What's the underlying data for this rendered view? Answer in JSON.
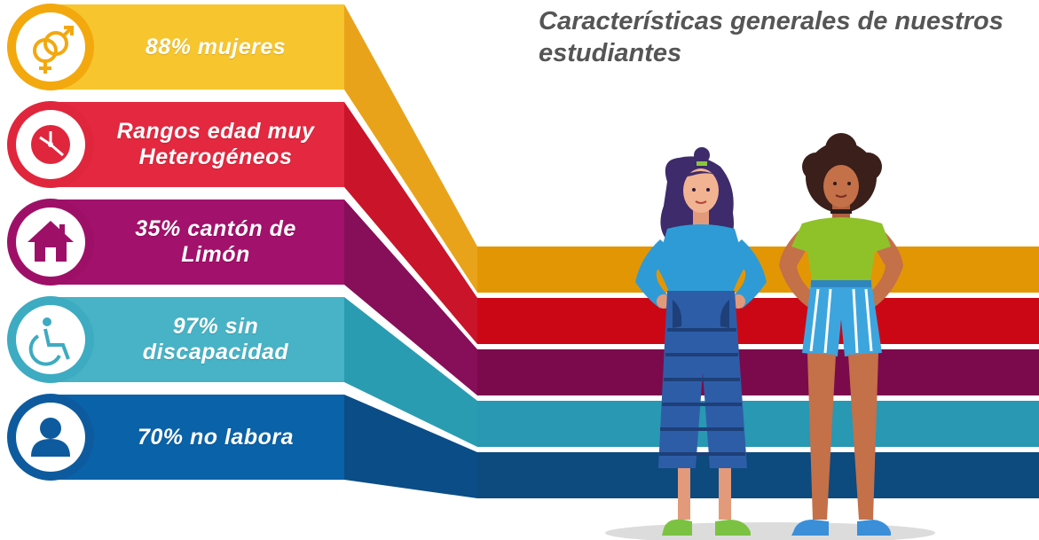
{
  "title": "Características generales de nuestros estudiantes",
  "items": [
    {
      "label": "88% mujeres",
      "icon": "gender-icon",
      "front": "#F7C52E",
      "side": "#E9A31B",
      "band": "#E39603",
      "ring": "#F3A80E"
    },
    {
      "label": "Rangos edad muy Heterogéneos",
      "icon": "clock-icon",
      "front": "#E3283F",
      "side": "#C9142A",
      "band": "#CC0715",
      "ring": "#E0263C"
    },
    {
      "label": "35% cantón de Limón",
      "icon": "house-icon",
      "front": "#A2116B",
      "side": "#870E58",
      "band": "#7B0A4C",
      "ring": "#9E1068"
    },
    {
      "label": "97% sin discapacidad",
      "icon": "wheelchair-icon",
      "front": "#48B3C6",
      "side": "#2A9CB2",
      "band": "#2898B3",
      "ring": "#3DABC1"
    },
    {
      "label": "70% no labora",
      "icon": "user-icon",
      "front": "#0A62A8",
      "side": "#0B4D87",
      "band": "#0D4A7E",
      "ring": "#0D5B9E"
    }
  ]
}
